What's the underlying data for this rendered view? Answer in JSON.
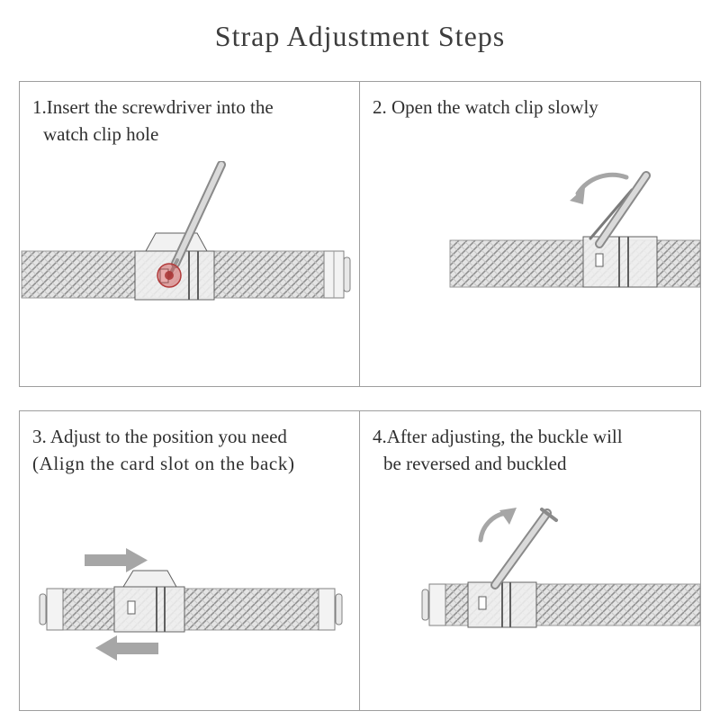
{
  "title": "Strap Adjustment Steps",
  "panels": [
    {
      "step_lines": [
        "1.Insert the screwdriver into the",
        "watch clip hole"
      ]
    },
    {
      "step_lines": [
        "2. Open the watch clip slowly"
      ]
    },
    {
      "step_lines": [
        "3. Adjust to the position you need",
        "(Align the card slot on the back)"
      ]
    },
    {
      "step_lines": [
        "4.After adjusting, the buckle will",
        "be reversed and buckled"
      ]
    }
  ],
  "illustrations": {
    "panel1": [
      "watch-band",
      "watch-clasp",
      "screwdriver-icon",
      "clip-hole-highlight"
    ],
    "panel2": [
      "watch-band",
      "watch-clasp",
      "screwdriver-icon",
      "rotate-ccw-arrow-icon"
    ],
    "panel3": [
      "watch-band",
      "watch-clasp",
      "right-arrow-icon",
      "left-arrow-icon"
    ],
    "panel4": [
      "watch-band",
      "watch-clasp",
      "flipped-buckle",
      "rotate-cw-arrow-icon"
    ]
  },
  "colors": {
    "background": "#ffffff",
    "panel_border": "#9e9e9e",
    "text": "#2f2f2f",
    "arrow_gray": "#a6a6a6",
    "highlight_red": "#cc4444",
    "band_gray": "#9a9a9a"
  }
}
